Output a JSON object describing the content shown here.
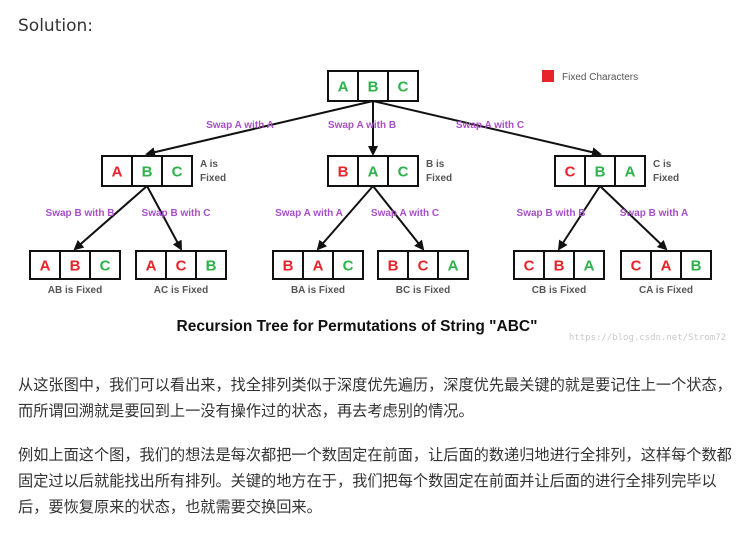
{
  "heading": "Solution:",
  "legend": {
    "label": "Fixed Characters",
    "color": "#e8232a"
  },
  "colors": {
    "fixed": "#e8232a",
    "free": "#2db34a",
    "edge_label": "#a64fc8",
    "caption": "#555555"
  },
  "root": [
    "A",
    "B",
    "C"
  ],
  "level1": [
    {
      "edge": "Swap A with A",
      "letters": [
        "A",
        "B",
        "C"
      ],
      "fixed_count": 1,
      "note": [
        "A is",
        "Fixed"
      ]
    },
    {
      "edge": "Swap A with B",
      "letters": [
        "B",
        "A",
        "C"
      ],
      "fixed_count": 1,
      "note": [
        "B is",
        "Fixed"
      ]
    },
    {
      "edge": "Swap A with C",
      "letters": [
        "C",
        "B",
        "A"
      ],
      "fixed_count": 1,
      "note": [
        "C is",
        "Fixed"
      ]
    }
  ],
  "level2": [
    {
      "edge": "Swap B with B",
      "letters": [
        "A",
        "B",
        "C"
      ],
      "fixed_count": 2,
      "caption": "AB is Fixed"
    },
    {
      "edge": "Swap B with C",
      "letters": [
        "A",
        "C",
        "B"
      ],
      "fixed_count": 2,
      "caption": "AC is Fixed"
    },
    {
      "edge": "Swap A with A",
      "letters": [
        "B",
        "A",
        "C"
      ],
      "fixed_count": 2,
      "caption": "BA is Fixed"
    },
    {
      "edge": "Swap A with C",
      "letters": [
        "B",
        "C",
        "A"
      ],
      "fixed_count": 2,
      "caption": "BC is Fixed"
    },
    {
      "edge": "Swap B with B",
      "letters": [
        "C",
        "B",
        "A"
      ],
      "fixed_count": 2,
      "caption": "CB is Fixed"
    },
    {
      "edge": "Swap B with A",
      "letters": [
        "C",
        "A",
        "B"
      ],
      "fixed_count": 2,
      "caption": "CA is Fixed"
    }
  ],
  "title": "Recursion Tree for Permutations of String \"ABC\"",
  "watermark": "https://blog.csdn.net/Strom72",
  "paragraphs": [
    "从这张图中，我们可以看出来，找全排列类似于深度优先遍历，深度优先最关键的就是要记住上一个状态，而所谓回溯就是要回到上一没有操作过的状态，再去考虑别的情况。",
    "例如上面这个图，我们的想法是每次都把一个数固定在前面，让后面的数递归地进行全排列，这样每个数都固定过以后就能找出所有排列。关键的地方在于，我们把每个数固定在前面并让后面的进行全排列完毕以后，要恢复原来的状态，也就需要交换回来。"
  ]
}
